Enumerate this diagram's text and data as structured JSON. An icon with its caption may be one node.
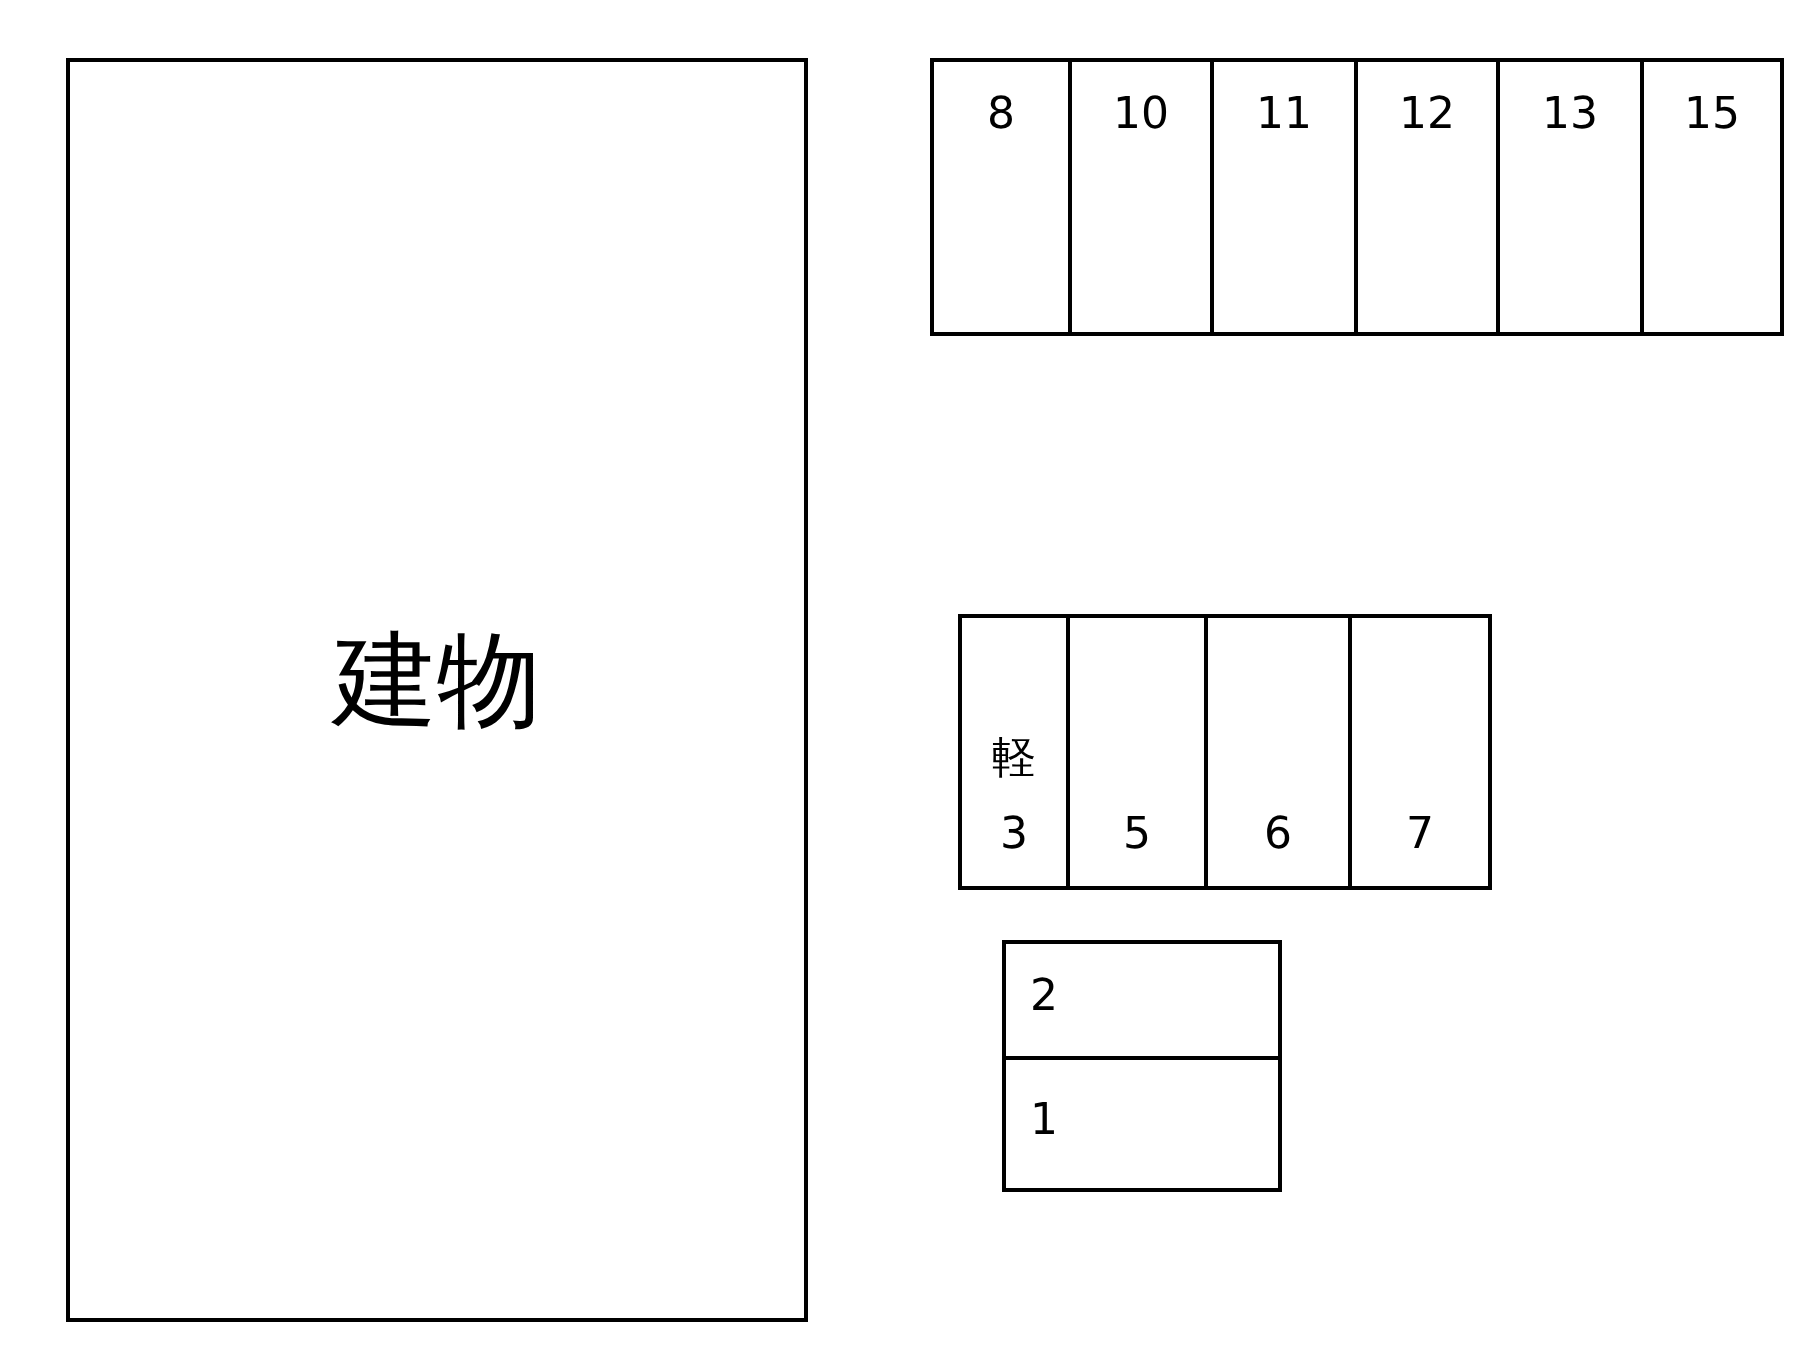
{
  "diagram": {
    "nodes": [
      {
        "text": [
          "建物"
        ]
      },
      {
        "text": [
          "8"
        ]
      },
      {
        "text": [
          "10"
        ]
      },
      {
        "text": [
          "11"
        ]
      },
      {
        "text": [
          "12"
        ]
      },
      {
        "text": [
          "13"
        ]
      },
      {
        "text": [
          "15"
        ]
      },
      {
        "text": [
          "軽",
          "3"
        ]
      },
      {
        "text": [
          "5"
        ]
      },
      {
        "text": [
          "6"
        ]
      },
      {
        "text": [
          "7"
        ]
      },
      {
        "text": [
          "2"
        ]
      },
      {
        "text": [
          "1"
        ]
      }
    ]
  }
}
